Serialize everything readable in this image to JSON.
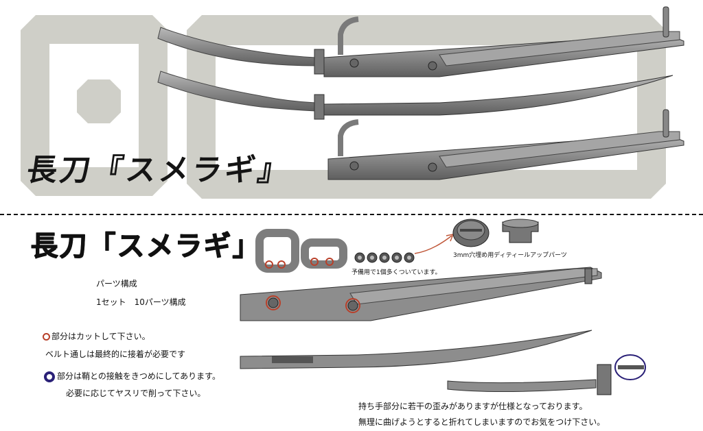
{
  "header": {
    "title_brush": "長刀『スメラギ』"
  },
  "sheet": {
    "title": "長刀「スメラギ」",
    "parts_heading": "パーツ構成",
    "parts_count": "1セット　10パーツ構成",
    "spare_note": "予備用で1個多くついています。",
    "detail_note": "3mm穴埋め用ディティールアップパーツ",
    "cut_note": "部分はカットして下さい。",
    "belt_note": "ベルト通しは最終的に接着が必要です",
    "tight_note_1": "部分は鞘との接触をきつめにしてあります。",
    "tight_note_2": "必要に応じてヤスリで削って下さい。",
    "handle_note_1": "持ち手部分に若干の歪みがありますが仕様となっております。",
    "handle_note_2": "無理に曲げようとすると折れてしまいますのでお気をつけ下さい。"
  },
  "colors": {
    "watermark": "#cfcfc8",
    "blade_gray": "#8d8d8d",
    "dark_gray": "#555555",
    "cut_marker": "#b8402a",
    "tight_marker": "#2a2077",
    "arrow": "#c0583a"
  },
  "icons": [
    "octagon-watermark-icon",
    "red-ring-icon",
    "navy-ring-icon",
    "arrow-icon",
    "screw-plug-icon"
  ]
}
